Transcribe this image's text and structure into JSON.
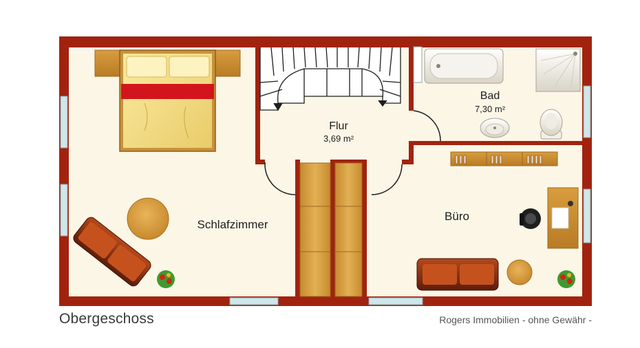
{
  "rooms": {
    "schlafzimmer": {
      "name": "Schlafzimmer"
    },
    "flur": {
      "name": "Flur",
      "area": "3,69 m²"
    },
    "bad": {
      "name": "Bad",
      "area": "7,30 m²"
    },
    "buero": {
      "name": "Büro"
    }
  },
  "footer": {
    "floor": "Obergeschoss",
    "notice": "Rogers Immobilien - ohne Gewähr -"
  },
  "colors": {
    "wall": "#a1230f",
    "floor": "#fbf6e6",
    "wood": "#d49c3c",
    "sofa": "#7a2a10",
    "window": "#cfe6ea"
  }
}
